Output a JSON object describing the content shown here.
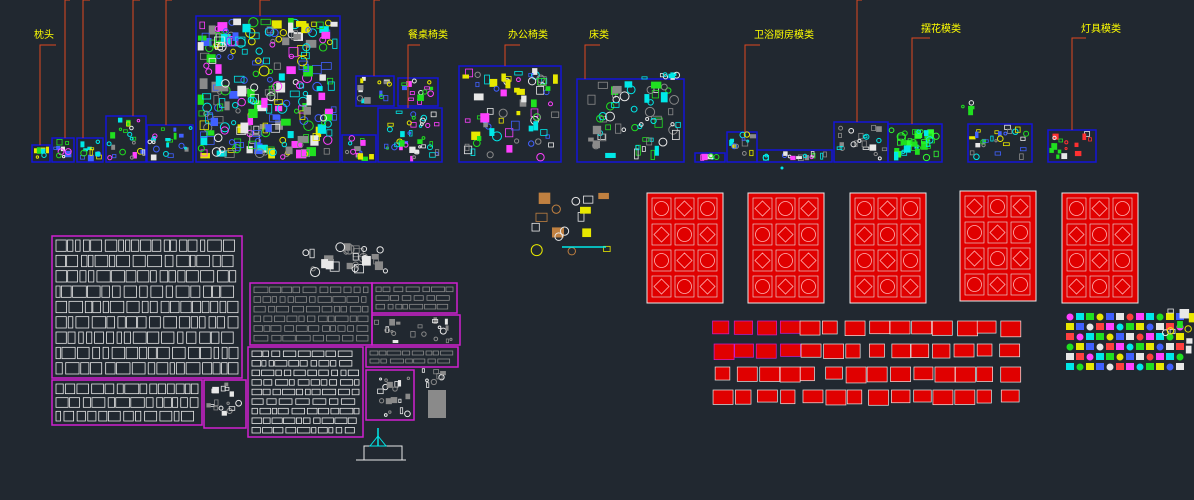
{
  "viewport": {
    "background": "#212830"
  },
  "colors": {
    "label": "#ffff00",
    "leader": "#e0471f",
    "frame_blue": "#1414d8",
    "frame_magenta": "#d020d0",
    "tile_red": "#e00000",
    "white": "#e8e8e8",
    "grey": "#8a8a8a",
    "cyan": "#00e8e8",
    "green": "#20e020",
    "yellow": "#e8e800"
  },
  "category_labels": [
    {
      "id": "pillow",
      "text": "枕头"
    },
    {
      "id": "dining",
      "text": "餐桌椅类"
    },
    {
      "id": "office",
      "text": "办公椅类"
    },
    {
      "id": "bed",
      "text": "床类"
    },
    {
      "id": "bath-kitchen",
      "text": "卫浴厨房模类"
    },
    {
      "id": "flower",
      "text": "摆花模类"
    },
    {
      "id": "lamp",
      "text": "灯具模类"
    }
  ]
}
